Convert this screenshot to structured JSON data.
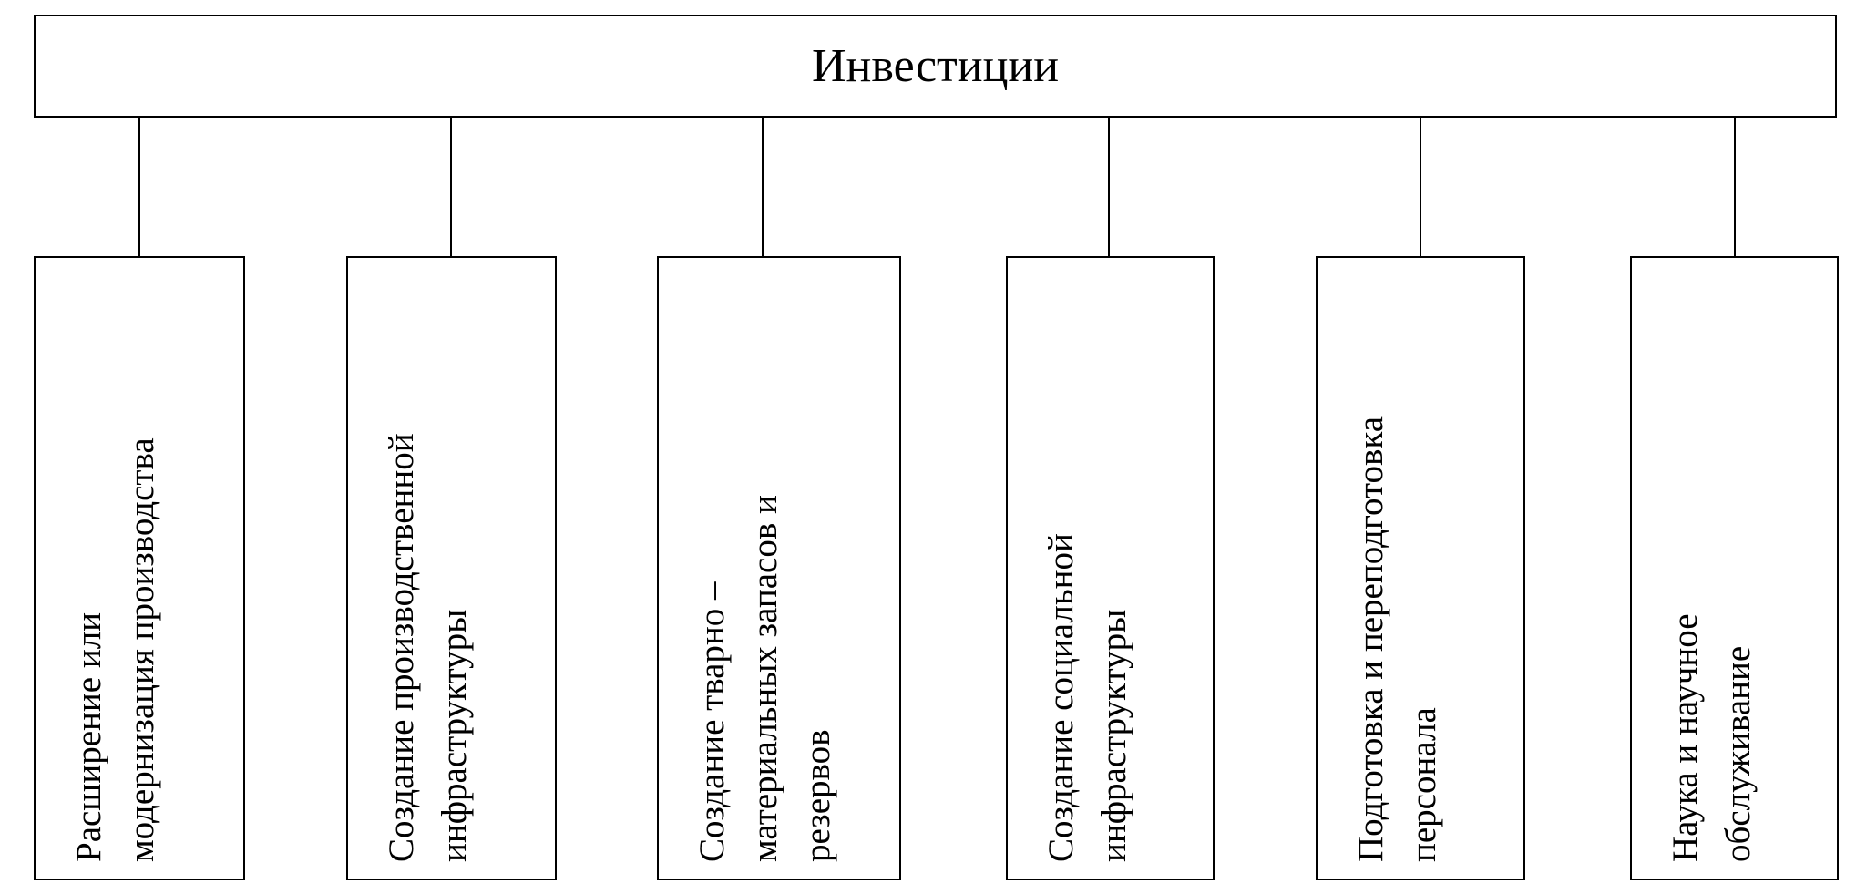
{
  "root": {
    "label": "Инвестиции"
  },
  "children": [
    {
      "label": "Расширение или\nмодернизация производства"
    },
    {
      "label": "Создание производственной\nинфраструктуры"
    },
    {
      "label": "Создание тварно –\nматериальных запасов и\nрезервов"
    },
    {
      "label": "Создание социальной\nинфраструктуры"
    },
    {
      "label": "Подготовка и переподготовка\nперсонала"
    },
    {
      "label": "Наука и научное\nобслуживание"
    }
  ]
}
